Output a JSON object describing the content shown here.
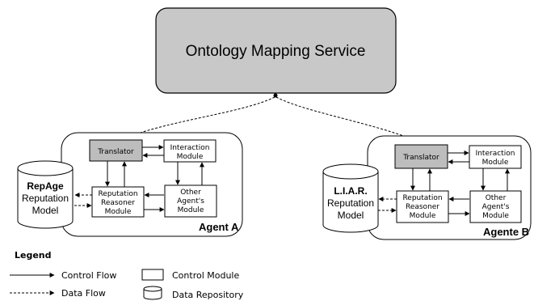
{
  "service": {
    "title": "Ontology Mapping Service"
  },
  "agent_a": {
    "name": "Agent A",
    "translator": "Translator",
    "interaction": [
      "Interaction",
      "Module"
    ],
    "reasoner": [
      "Reputation",
      "Reasoner",
      "Module"
    ],
    "other": [
      "Other",
      "Agent's",
      "Module"
    ],
    "repository": [
      "RepAge",
      "Reputation",
      "Model"
    ]
  },
  "agent_b": {
    "name": "Agente B",
    "translator": "Translator",
    "interaction": [
      "Interaction",
      "Module"
    ],
    "reasoner": [
      "Reputation",
      "Reasoner",
      "Module"
    ],
    "other": [
      "Other",
      "Agent's",
      "Module"
    ],
    "repository": [
      "L.I.A.R.",
      "Reputation",
      "Model"
    ]
  },
  "legend": {
    "title": "Legend",
    "control_flow": "Control Flow",
    "data_flow": "Data Flow",
    "control_module": "Control Module",
    "data_repository": "Data Repository"
  },
  "colors": {
    "service_fill": "#c8c8c8",
    "translator_fill": "#bdbdbd",
    "stroke": "#000000"
  }
}
